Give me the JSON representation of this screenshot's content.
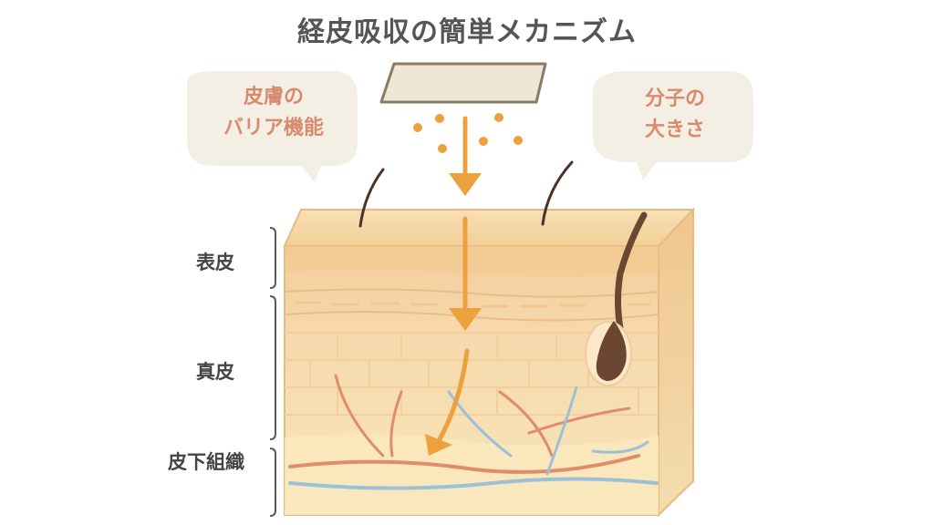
{
  "title": "経皮吸収の簡単メカニズム",
  "bubbles": {
    "left": {
      "line1": "皮膚の",
      "line2": "バリア機能"
    },
    "right": {
      "line1": "分子の",
      "line2": "大きさ"
    }
  },
  "layers": {
    "epidermis": "表皮",
    "dermis": "真皮",
    "subcutaneous": "皮下組織"
  },
  "colors": {
    "arrow": "#eda13d",
    "bubble": "#f4efe4",
    "bubble_text": "#d98a6c",
    "skin_top": "#f6d8a8",
    "dermis": "#f7dcae",
    "subcutaneous": "#fae8bd",
    "hair": "#6b4630",
    "artery": "#df8c6b",
    "vein": "#9cc1d6",
    "patch": "#efe7d6"
  }
}
